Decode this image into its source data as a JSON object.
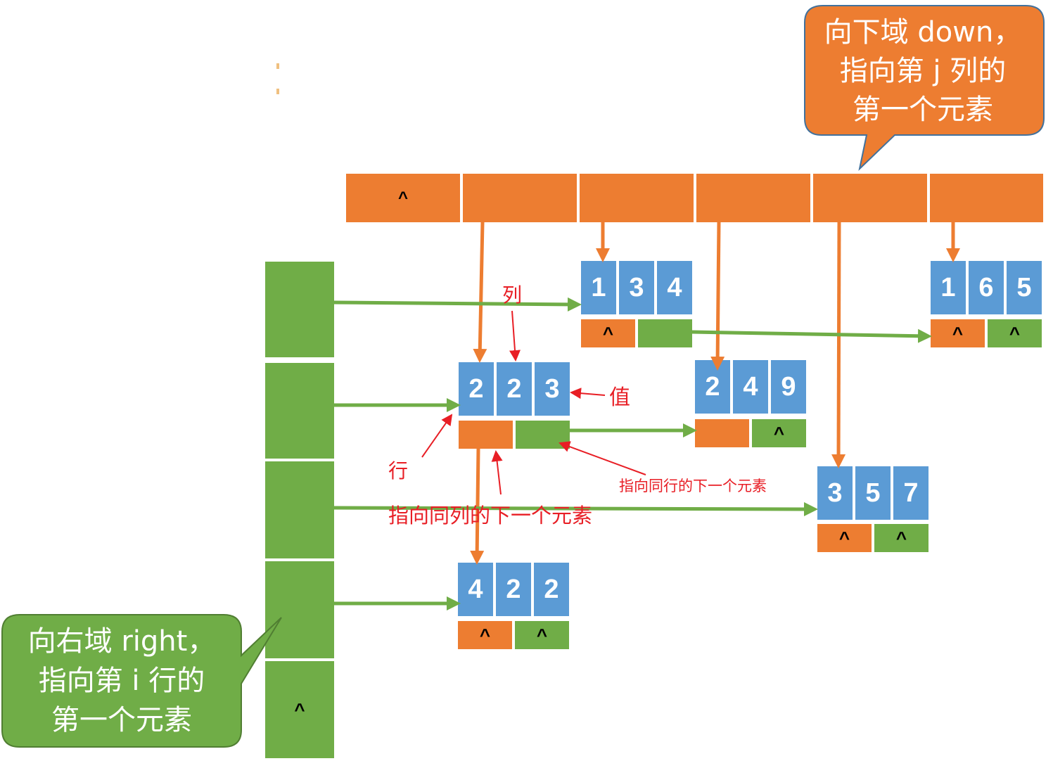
{
  "column_heads": [
    "^",
    "",
    "",
    "",
    "",
    ""
  ],
  "row_heads": [
    "",
    "",
    "",
    "",
    "",
    "^"
  ],
  "nodes": [
    {
      "id": "n134",
      "values": [
        "1",
        "3",
        "4"
      ],
      "down": "^",
      "right": ""
    },
    {
      "id": "n165",
      "values": [
        "1",
        "6",
        "5"
      ],
      "down": "^",
      "right": "^"
    },
    {
      "id": "n223",
      "values": [
        "2",
        "2",
        "3"
      ],
      "down": "",
      "right": ""
    },
    {
      "id": "n249",
      "values": [
        "2",
        "4",
        "9"
      ],
      "down": "",
      "right": "^"
    },
    {
      "id": "n357",
      "values": [
        "3",
        "5",
        "7"
      ],
      "down": "^",
      "right": "^"
    },
    {
      "id": "n422",
      "values": [
        "4",
        "2",
        "2"
      ],
      "down": "^",
      "right": "^"
    }
  ],
  "labels": {
    "col": "列",
    "val": "值",
    "row": "行",
    "next_in_row": "指向同行的下一个元素",
    "next_in_col": "指向同列的下一个元素"
  },
  "callouts": {
    "down": [
      "向下域 down，",
      "指向第 j 列的",
      "第一个元素"
    ],
    "right": [
      "向右域 right，",
      "指向第 i 行的",
      "第一个元素"
    ]
  },
  "colors": {
    "orange": "#ED7D31",
    "green": "#70AD47",
    "blue": "#5B9BD5",
    "red": "#E81E25"
  }
}
